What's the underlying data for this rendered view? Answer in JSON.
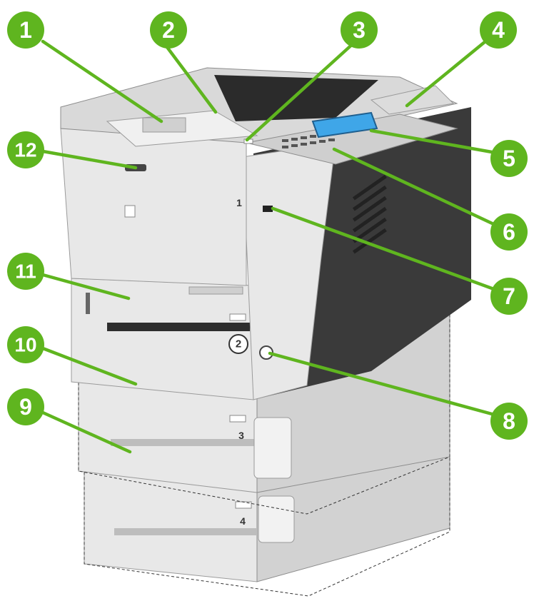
{
  "callouts": [
    "1",
    "2",
    "3",
    "4",
    "5",
    "6",
    "7",
    "8",
    "9",
    "10",
    "11",
    "12"
  ],
  "printer_labels": {
    "tray1": "1",
    "tray2": "2",
    "tray3": "3",
    "tray4": "4"
  },
  "colors": {
    "callout_green": "#5fb51f",
    "body_dark": "#3a3a3a",
    "body_light": "#e8e8e8",
    "screen_blue": "#3fa6e8"
  }
}
